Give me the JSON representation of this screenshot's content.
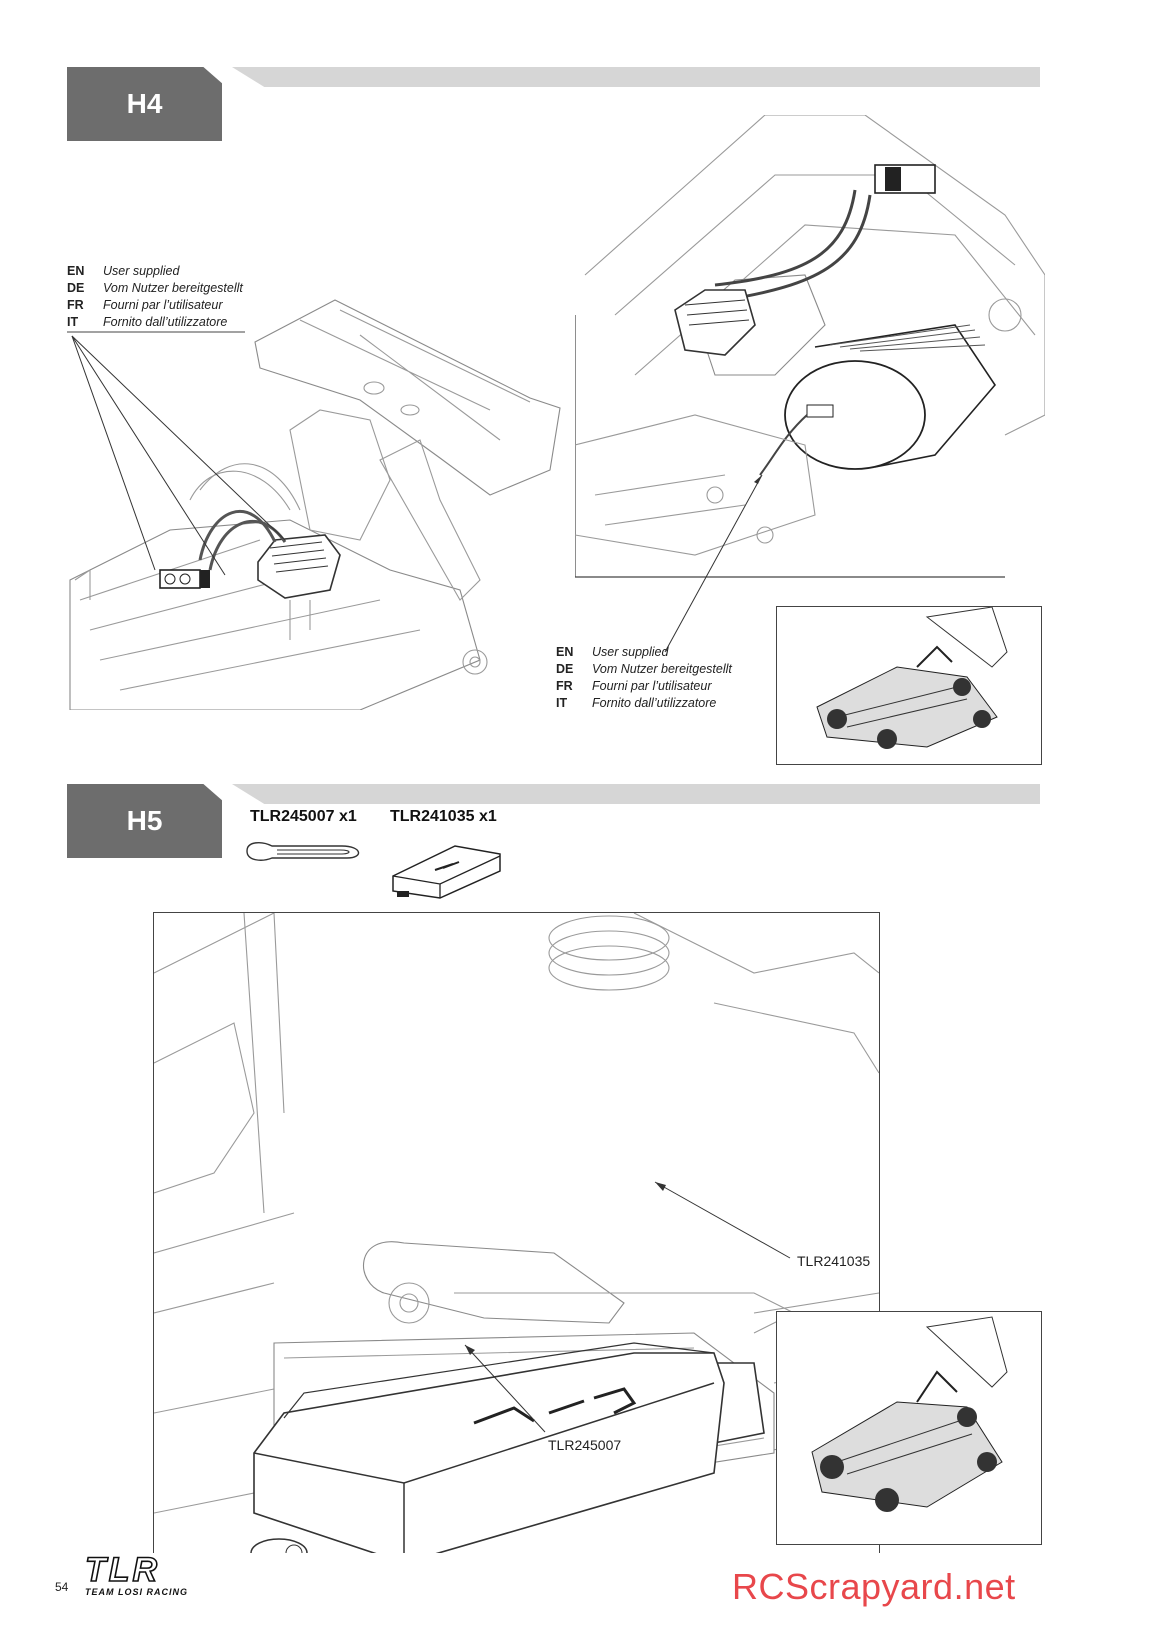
{
  "steps": [
    {
      "label": "H4"
    },
    {
      "label": "H5"
    }
  ],
  "h4": {
    "note_left": [
      {
        "code": "EN",
        "text": "User supplied"
      },
      {
        "code": "DE",
        "text": "Vom Nutzer bereitgestellt"
      },
      {
        "code": "FR",
        "text": "Fourni par l’utilisateur"
      },
      {
        "code": "IT",
        "text": "Fornito dall’utilizzatore"
      }
    ],
    "note_right": [
      {
        "code": "EN",
        "text": "User supplied"
      },
      {
        "code": "DE",
        "text": "Vom Nutzer bereitgestellt"
      },
      {
        "code": "FR",
        "text": "Fourni par l’utilisateur"
      },
      {
        "code": "IT",
        "text": "Fornito dall’utilizzatore"
      }
    ]
  },
  "h5": {
    "parts": [
      {
        "name": "TLR245007 x1"
      },
      {
        "name": "TLR241035 x1"
      }
    ],
    "callouts": {
      "battery_box": "TLR241035",
      "body_clip": "TLR245007"
    }
  },
  "footer": {
    "page_number": "54",
    "brand_logo": "TLR",
    "brand_sub": "TEAM LOSI RACING",
    "watermark": "RCScrapyard.net"
  },
  "colors": {
    "step_tab": "#6d6d6d",
    "rule": "#d6d6d6",
    "watermark": "#e8474b"
  }
}
